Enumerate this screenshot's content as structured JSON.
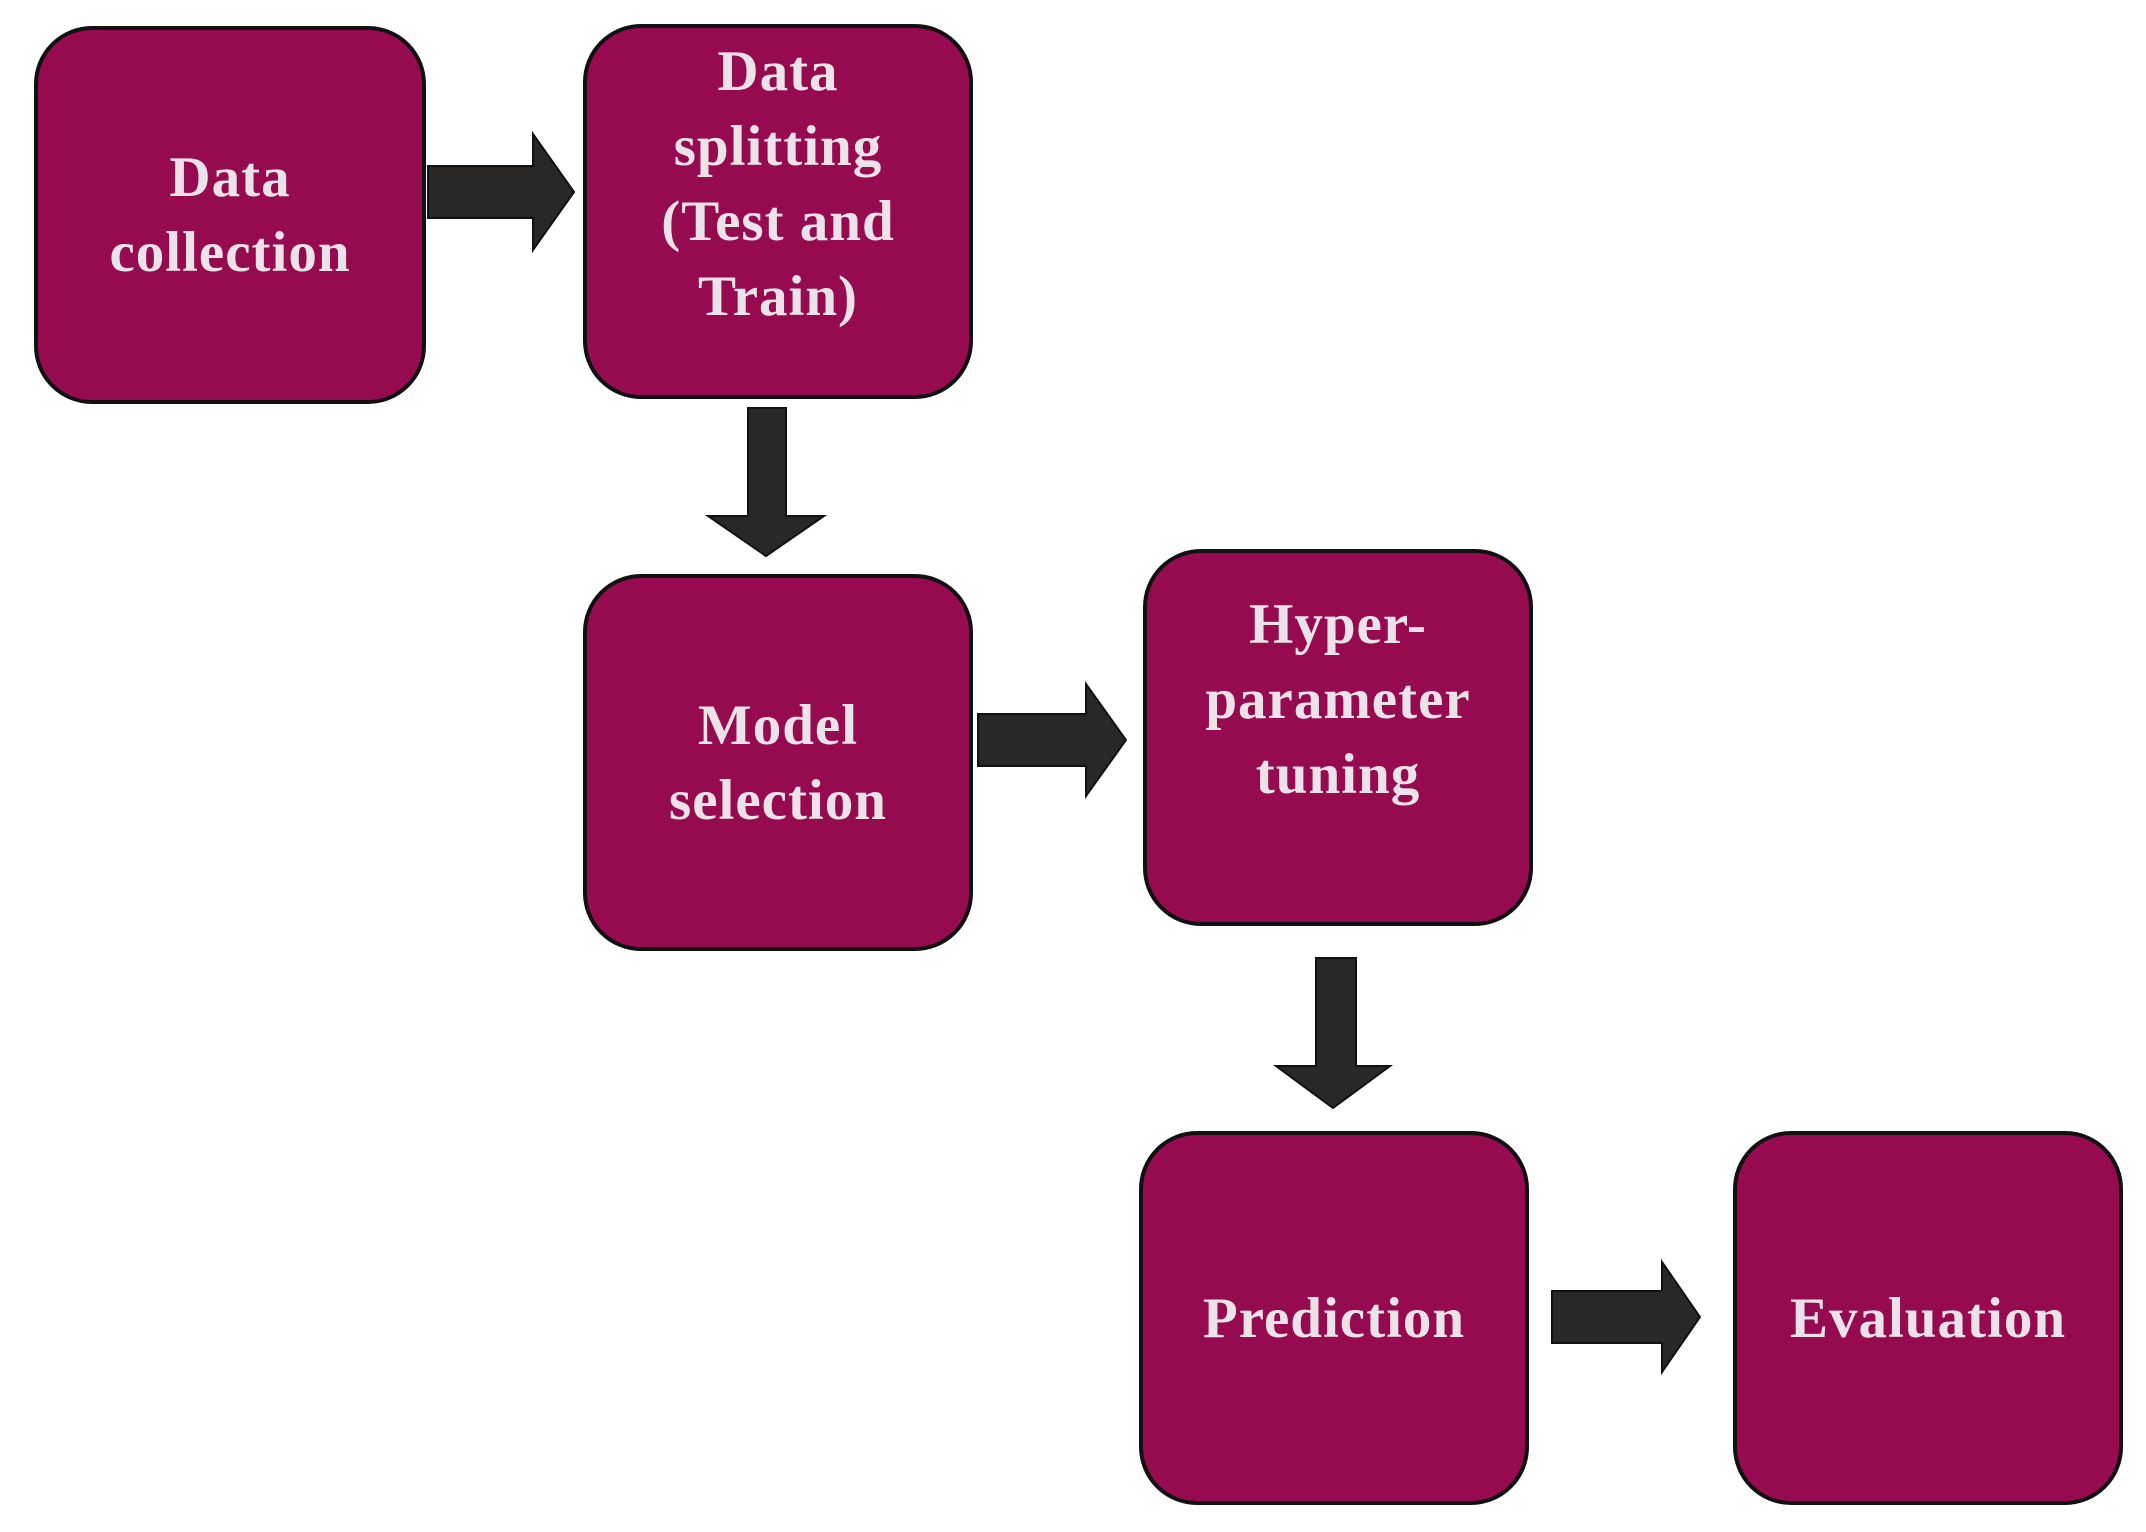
{
  "diagram": {
    "colors": {
      "box_fill": "#960b50",
      "box_border": "#111111",
      "label_text": "#ece3e8",
      "arrow_fill": "#2a2727",
      "background": "#ffffff"
    },
    "steps": [
      {
        "id": "data-collection",
        "label": "Data\ncollection"
      },
      {
        "id": "data-splitting",
        "label": "Data\nsplitting\n(Test and\nTrain)"
      },
      {
        "id": "model-selection",
        "label": "Model\nselection"
      },
      {
        "id": "hyperparameter-tuning",
        "label": "Hyper-\nparameter\ntuning"
      },
      {
        "id": "prediction",
        "label": "Prediction"
      },
      {
        "id": "evaluation",
        "label": "Evaluation"
      }
    ],
    "connections": [
      {
        "from": "data-collection",
        "to": "data-splitting",
        "direction": "right"
      },
      {
        "from": "data-splitting",
        "to": "model-selection",
        "direction": "down"
      },
      {
        "from": "model-selection",
        "to": "hyperparameter-tuning",
        "direction": "right"
      },
      {
        "from": "hyperparameter-tuning",
        "to": "prediction",
        "direction": "down"
      },
      {
        "from": "prediction",
        "to": "evaluation",
        "direction": "right"
      }
    ]
  }
}
